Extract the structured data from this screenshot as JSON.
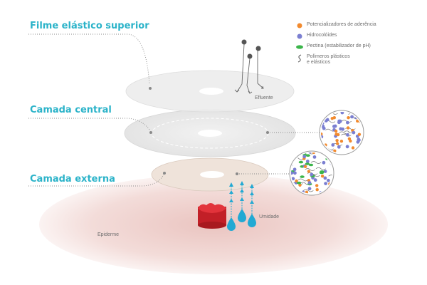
{
  "layers": {
    "top": "Filme elástico superior",
    "middle": "Camada central",
    "bottom": "Camada externa"
  },
  "labels": {
    "effluent": "Efluente",
    "moisture": "Umidade",
    "skin": "Epiderme"
  },
  "legend": [
    {
      "icon": "orange-dot-icon",
      "color": "#f28a2e",
      "text": "Potencializadores de aderência"
    },
    {
      "icon": "purple-dot-icon",
      "color": "#7b7fd1",
      "text": "Hidrocolóides"
    },
    {
      "icon": "green-pill-icon",
      "color": "#3bb54a",
      "text": "Pectina (estabilizador de pH)"
    },
    {
      "icon": "squiggle-icon",
      "color": "#555555",
      "text_lines": [
        "Polímeros plásticos",
        "e elásticos"
      ]
    }
  ],
  "colors": {
    "accent": "#2bb3c9",
    "stoma": "#d9262e",
    "moisture_drop": "#22a9d3",
    "skin": "#f3d9d6",
    "disc": "#e6e6e6",
    "outer_disc": "#efe1d6"
  }
}
